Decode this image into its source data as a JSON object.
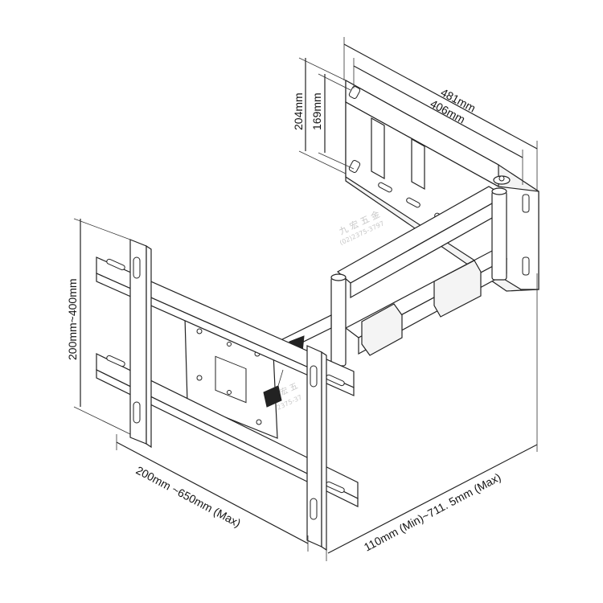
{
  "dimensions": {
    "wall_plate_width": "481mm",
    "wall_rail_spacing": "406mm",
    "wall_plate_height": "204mm",
    "wall_hole_spacing": "169mm",
    "vesa_vertical": "200mm~400mm",
    "vesa_horizontal": "200mm ~650mm (Max)",
    "extension": "110mm (Min)~711. 5mm (Max)"
  },
  "watermark": {
    "name": "九 宏 五 金",
    "phone": "(02)2375-3797",
    "name_partial": "宏 五",
    "phone_partial": "2375-37"
  },
  "colors": {
    "line": "#222222",
    "watermark": "#c8c8c8"
  }
}
